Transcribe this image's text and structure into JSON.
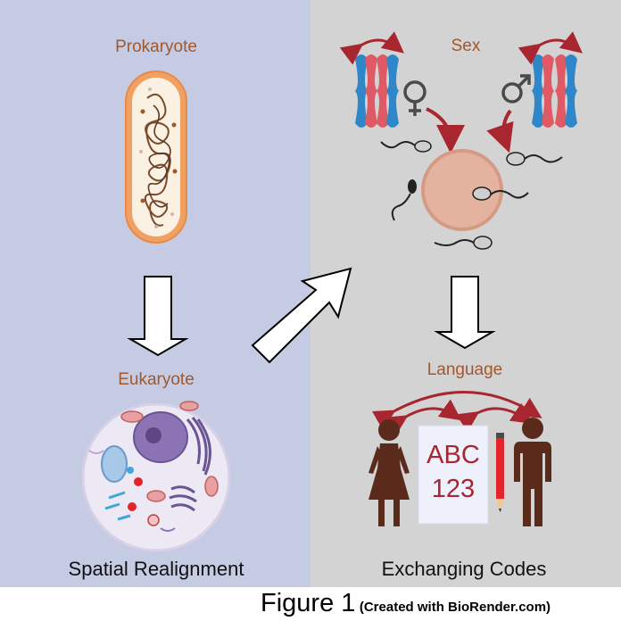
{
  "labels": {
    "prokaryote": "Prokaryote",
    "eukaryote": "Eukaryote",
    "sex": "Sex",
    "language": "Language",
    "spatial": "Spatial Realignment",
    "exchanging": "Exchanging Codes"
  },
  "paper": {
    "line1": "ABC",
    "line2": "123"
  },
  "caption": {
    "figure": "Figure 1",
    "credit": "(Created with BioRender.com)"
  },
  "colors": {
    "left_bg": "#c5cbe3",
    "right_bg": "#d3d3d3",
    "label_brown": "#a0582c",
    "arrow_red": "#a8262f",
    "person_brown": "#5a2a1a",
    "chrom_red": "#e05a66",
    "chrom_blue": "#2f86c8"
  }
}
